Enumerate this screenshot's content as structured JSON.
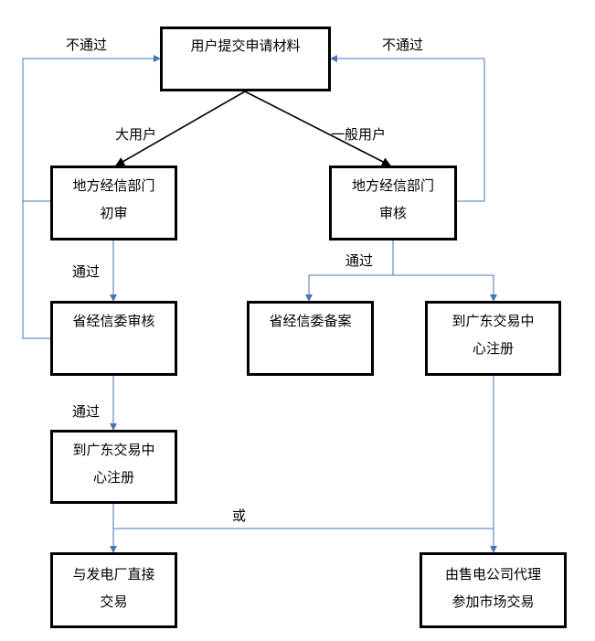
{
  "nodes": {
    "submit": [
      "用户提交申请材料"
    ],
    "local_first_review": [
      "地方经信部门",
      "初审"
    ],
    "local_review": [
      "地方经信部门",
      "审核"
    ],
    "province_review": [
      "省经信委审核"
    ],
    "province_filing": [
      "省经信委备案"
    ],
    "gd_register_right": [
      "到广东交易中",
      "心注册"
    ],
    "gd_register_left": [
      "到广东交易中",
      "心注册"
    ],
    "direct_trade": [
      "与发电厂直接",
      "交易"
    ],
    "agent_trade": [
      "由售电公司代理",
      "参加市场交易"
    ]
  },
  "edge_labels": {
    "reject_left": "不通过",
    "reject_right": "不通过",
    "large_user": "大用户",
    "general_user": "一般用户",
    "pass_right": "通过",
    "pass_left_1": "通过",
    "pass_left_2": "通过",
    "or": "或"
  },
  "colors": {
    "box_border": "#000000",
    "flow_line": "#4a76b8",
    "arrow_line": "#000000"
  }
}
